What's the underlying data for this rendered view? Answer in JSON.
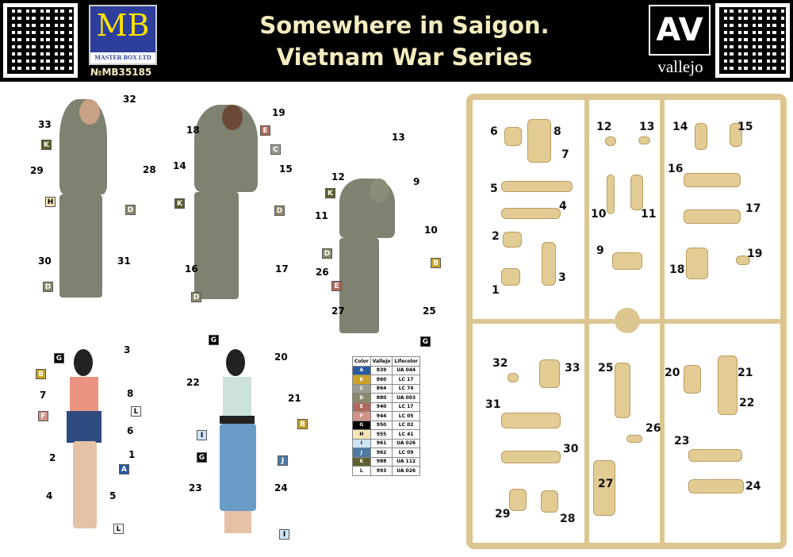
{
  "header": {
    "title_line1": "Somewhere in Saigon.",
    "title_line2": "Vietnam War Series",
    "brand_logo": "MB",
    "brand_name": "MASTER BOX LTD",
    "kit_number": "№MB35185",
    "paint_logo": "AV",
    "paint_brand": "vallejo"
  },
  "figure1": [
    "32",
    "33",
    "K",
    "28",
    "29",
    "H",
    "D",
    "30",
    "31",
    "D"
  ],
  "figure2": [
    "19",
    "18",
    "E",
    "C",
    "14",
    "15",
    "K",
    "D",
    "16",
    "17",
    "D"
  ],
  "figure3": [
    "13",
    "12",
    "9",
    "K",
    "11",
    "10",
    "D",
    "26",
    "B",
    "E",
    "27",
    "25",
    "G"
  ],
  "figure4": [
    "G",
    "3",
    "B",
    "7",
    "8",
    "F",
    "L",
    "6",
    "2",
    "1",
    "A",
    "4",
    "5",
    "L"
  ],
  "figure5": [
    "G",
    "20",
    "22",
    "21",
    "B",
    "I",
    "G",
    "J",
    "23",
    "24",
    "I"
  ],
  "paint_table": {
    "headers": [
      "Color",
      "Vallejo",
      "Lifecolor"
    ],
    "rows": [
      {
        "code": "A",
        "color": "#2a5aa0",
        "vallejo": "839",
        "lifecolor": "UA 044"
      },
      {
        "code": "B",
        "color": "#c9a227",
        "vallejo": "860",
        "lifecolor": "LC 17"
      },
      {
        "code": "C",
        "color": "#9b9b92",
        "vallejo": "864",
        "lifecolor": "LC 74"
      },
      {
        "code": "D",
        "color": "#8a8a6a",
        "vallejo": "880",
        "lifecolor": "UA 003"
      },
      {
        "code": "E",
        "color": "#b0695a",
        "vallejo": "940",
        "lifecolor": "LC 17"
      },
      {
        "code": "F",
        "color": "#d09385",
        "vallejo": "944",
        "lifecolor": "LC 05"
      },
      {
        "code": "G",
        "color": "#000000",
        "vallejo": "950",
        "lifecolor": "LC 02"
      },
      {
        "code": "H",
        "color": "#f5e4b5",
        "vallejo": "955",
        "lifecolor": "LC 41"
      },
      {
        "code": "I",
        "color": "#cfe5f7",
        "vallejo": "961",
        "lifecolor": "UA 026"
      },
      {
        "code": "J",
        "color": "#4d7aa3",
        "vallejo": "962",
        "lifecolor": "LC 09"
      },
      {
        "code": "K",
        "color": "#5f5f2e",
        "vallejo": "988",
        "lifecolor": "UA 112"
      },
      {
        "code": "L",
        "color": "#ffffff",
        "vallejo": "993",
        "lifecolor": "UA 026"
      }
    ]
  },
  "sprue": [
    "6",
    "8",
    "7",
    "12",
    "13",
    "14",
    "15",
    "5",
    "4",
    "10",
    "11",
    "16",
    "17",
    "2",
    "9",
    "19",
    "1",
    "3",
    "18",
    "32",
    "33",
    "25",
    "20",
    "21",
    "31",
    "22",
    "26",
    "23",
    "30",
    "27",
    "24",
    "29",
    "28"
  ]
}
